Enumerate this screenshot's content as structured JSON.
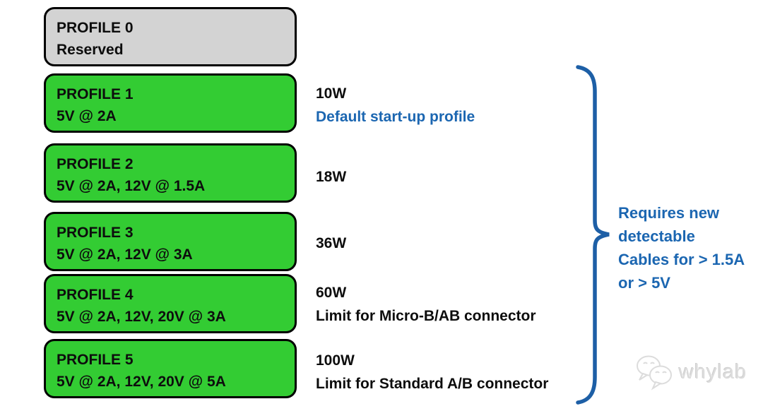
{
  "colors": {
    "green": "#33cc33",
    "gray": "#d3d3d3",
    "blue_text": "#1b66b1",
    "brace_blue": "#1d5fa6",
    "text_black": "#0d0d0d",
    "box_border": "#000000",
    "watermark_gray": "#dcdcdc"
  },
  "profiles": [
    {
      "name": "PROFILE 0",
      "spec": "Reserved",
      "power": "",
      "note": ""
    },
    {
      "name": "PROFILE 1",
      "spec": "5V @ 2A",
      "power": "10W",
      "note": "Default start-up profile"
    },
    {
      "name": "PROFILE 2",
      "spec": "5V @ 2A, 12V @ 1.5A",
      "power": "18W",
      "note": ""
    },
    {
      "name": "PROFILE 3",
      "spec": "5V @ 2A, 12V @ 3A",
      "power": "36W",
      "note": ""
    },
    {
      "name": "PROFILE 4",
      "spec": "5V @ 2A, 12V, 20V @ 3A",
      "power": "60W",
      "note": "Limit for Micro-B/AB connector"
    },
    {
      "name": "PROFILE 5",
      "spec": "5V @ 2A, 12V, 20V @ 5A",
      "power": "100W",
      "note": "Limit for Standard A/B connector"
    }
  ],
  "brace_annotation": {
    "lines": [
      "Requires new",
      "detectable",
      "Cables for > 1.5A",
      "or > 5V"
    ]
  },
  "watermark": {
    "text": "whylab"
  }
}
